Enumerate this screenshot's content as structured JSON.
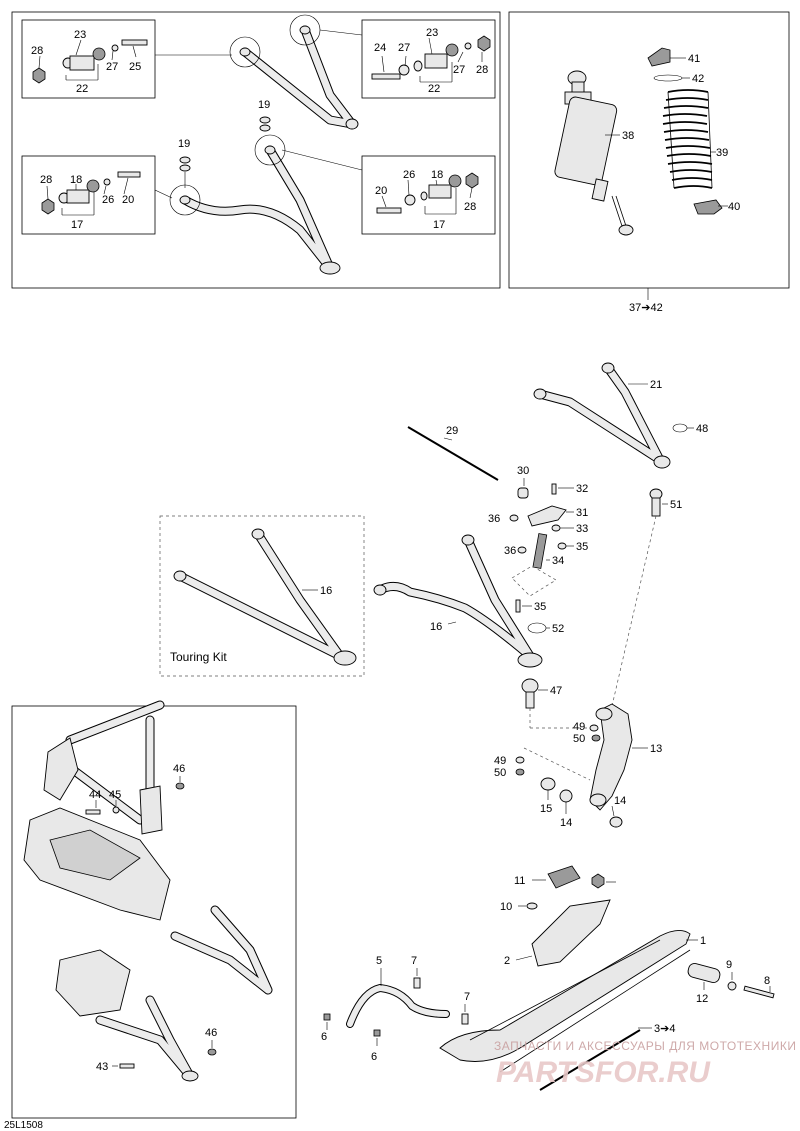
{
  "callouts": {
    "c1": "1",
    "c2": "2",
    "c3_4": "3➔4",
    "c5": "5",
    "c6a": "6",
    "c6b": "6",
    "c7a": "7",
    "c7b": "7",
    "c8": "8",
    "c9": "9",
    "c10": "10",
    "c11": "11",
    "c12": "12",
    "c13": "13",
    "c14a": "14",
    "c14b": "14",
    "c15": "15",
    "c16a": "16",
    "c16b": "16",
    "c17a": "17",
    "c17b": "17",
    "c18a": "18",
    "c18b": "18",
    "c19a": "19",
    "c19b": "19",
    "c20a": "20",
    "c20b": "20",
    "c21": "21",
    "c22a": "22",
    "c22b": "22",
    "c23a": "23",
    "c23b": "23",
    "c24": "24",
    "c25": "25",
    "c26a": "26",
    "c26b": "26",
    "c27a": "27",
    "c27b": "27",
    "c28a": "28",
    "c28b": "28",
    "c28c": "28",
    "c28d": "28",
    "c29": "29",
    "c30": "30",
    "c31": "31",
    "c32": "32",
    "c33": "33",
    "c34": "34",
    "c35a": "35",
    "c35b": "35",
    "c36a": "36",
    "c36b": "36",
    "c37_42": "37➔42",
    "c38": "38",
    "c39": "39",
    "c40": "40",
    "c41": "41",
    "c42": "42",
    "c43": "43",
    "c44": "44",
    "c45": "45",
    "c46a": "46",
    "c46b": "46",
    "c47": "47",
    "c48": "48",
    "c49a": "49",
    "c49b": "49",
    "c50a": "50",
    "c50b": "50",
    "c51": "51",
    "c52": "52"
  },
  "touring_kit_label": "Touring Kit",
  "drawing_code": "25L1508",
  "watermark": {
    "text": "ЗАПЧАСТИ И АКСЕССУАРЫ ДЛЯ МОТОТЕХНИКИ",
    "logo": "PARTSFOR.RU"
  }
}
